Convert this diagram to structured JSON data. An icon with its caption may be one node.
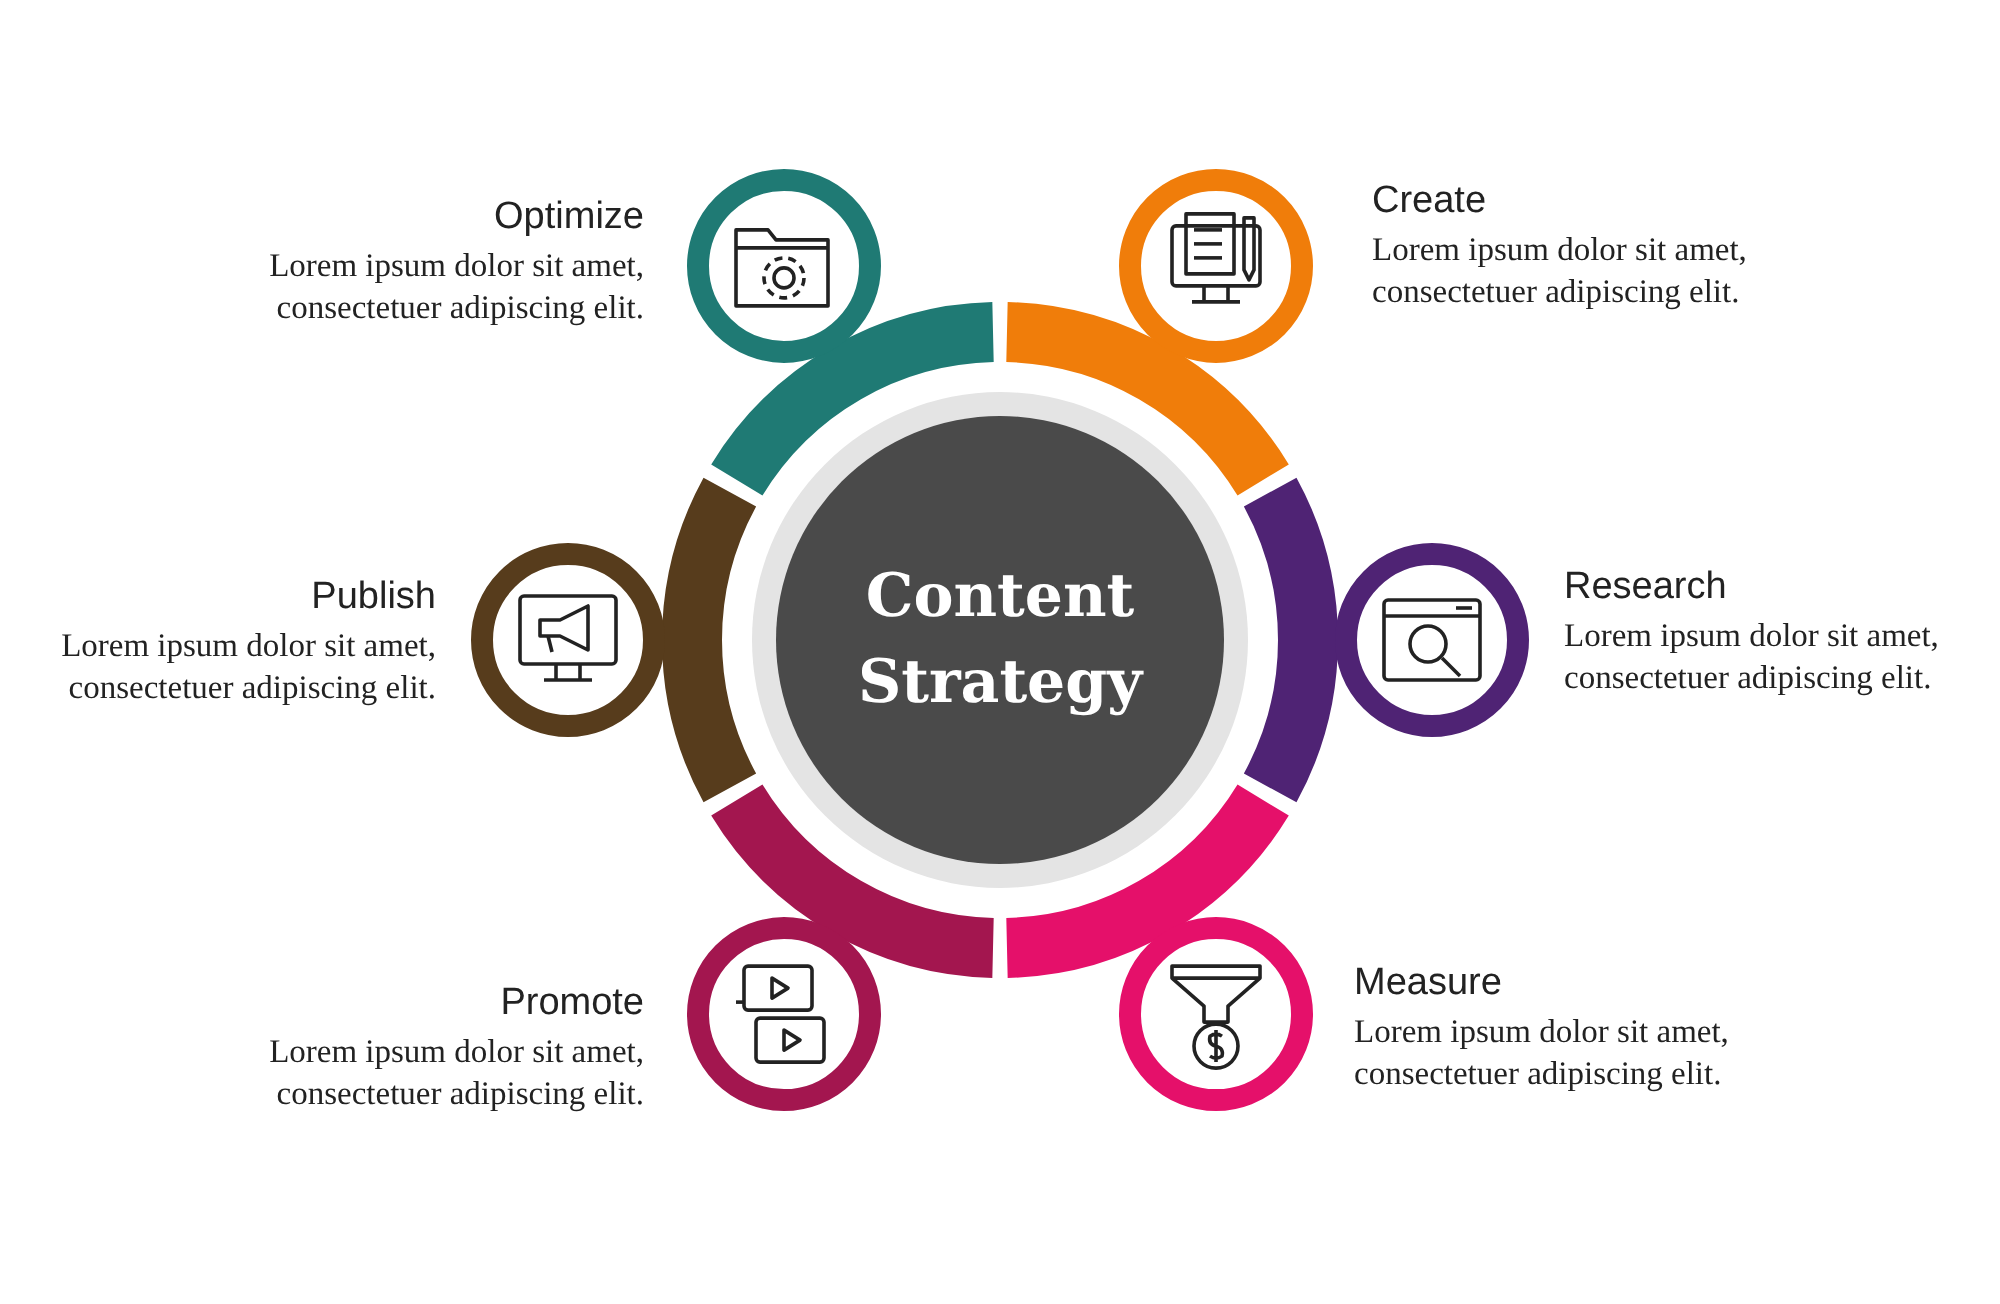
{
  "diagram": {
    "nodes": [
      {
        "text": [
          "Content Strategy"
        ]
      },
      {
        "text": [
          "Create",
          "Lorem ipsum dolor sit amet, consectetuer adipiscing elit."
        ]
      },
      {
        "text": [
          "Research",
          "Lorem ipsum dolor sit amet, consectetuer adipiscing elit."
        ]
      },
      {
        "text": [
          "Measure",
          "Lorem ipsum dolor sit amet, consectetuer adipiscing elit."
        ]
      },
      {
        "text": [
          "Promote",
          "Lorem ipsum dolor sit amet, consectetuer adipiscing elit."
        ]
      },
      {
        "text": [
          "Publish",
          "Lorem ipsum dolor sit amet, consectetuer adipiscing elit."
        ]
      },
      {
        "text": [
          "Optimize",
          "Lorem ipsum dolor sit amet, consectetuer adipiscing elit."
        ]
      }
    ]
  }
}
